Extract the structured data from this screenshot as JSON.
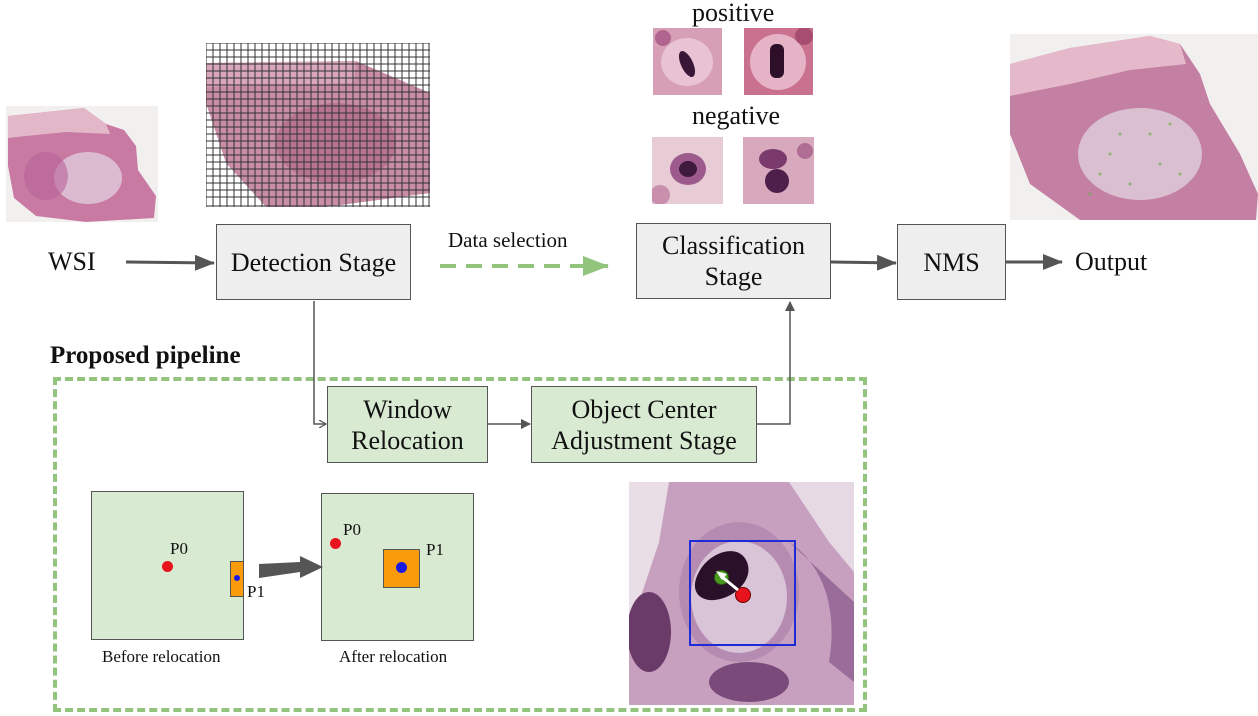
{
  "colors": {
    "stage_fill": "#eeeeee",
    "green_fill": "#d9ead3",
    "dashed_green": "#93c47d",
    "arrow": "#555555",
    "tissue": "#c77ba1",
    "red_point": "#e8141d",
    "blue_point": "#1a1ae0",
    "orange_box": "#f99b0b",
    "green_point": "#4a9a1f",
    "window_box": "#1f2bd6"
  },
  "labels": {
    "wsi": "WSI",
    "detection": "Detection Stage",
    "data_selection": "Data selection",
    "classification_line1": "Classification",
    "classification_line2": "Stage",
    "nms": "NMS",
    "output": "Output",
    "positive": "positive",
    "negative": "negative",
    "proposed_pipeline": "Proposed pipeline",
    "window_line1": "Window",
    "window_line2": "Relocation",
    "object_line1": "Object Center",
    "object_line2": "Adjustment Stage",
    "p0": "P0",
    "p1": "P1",
    "before": "Before relocation",
    "after": "After relocation"
  },
  "icons": {
    "wsi_thumbnail": "tissue-slide-icon",
    "grid_thumbnail": "grid-tissue-icon",
    "output_thumbnail": "tissue-output-icon",
    "cell_patch": "cell-patch-icon",
    "cell_closeup": "cell-closeup-icon"
  }
}
